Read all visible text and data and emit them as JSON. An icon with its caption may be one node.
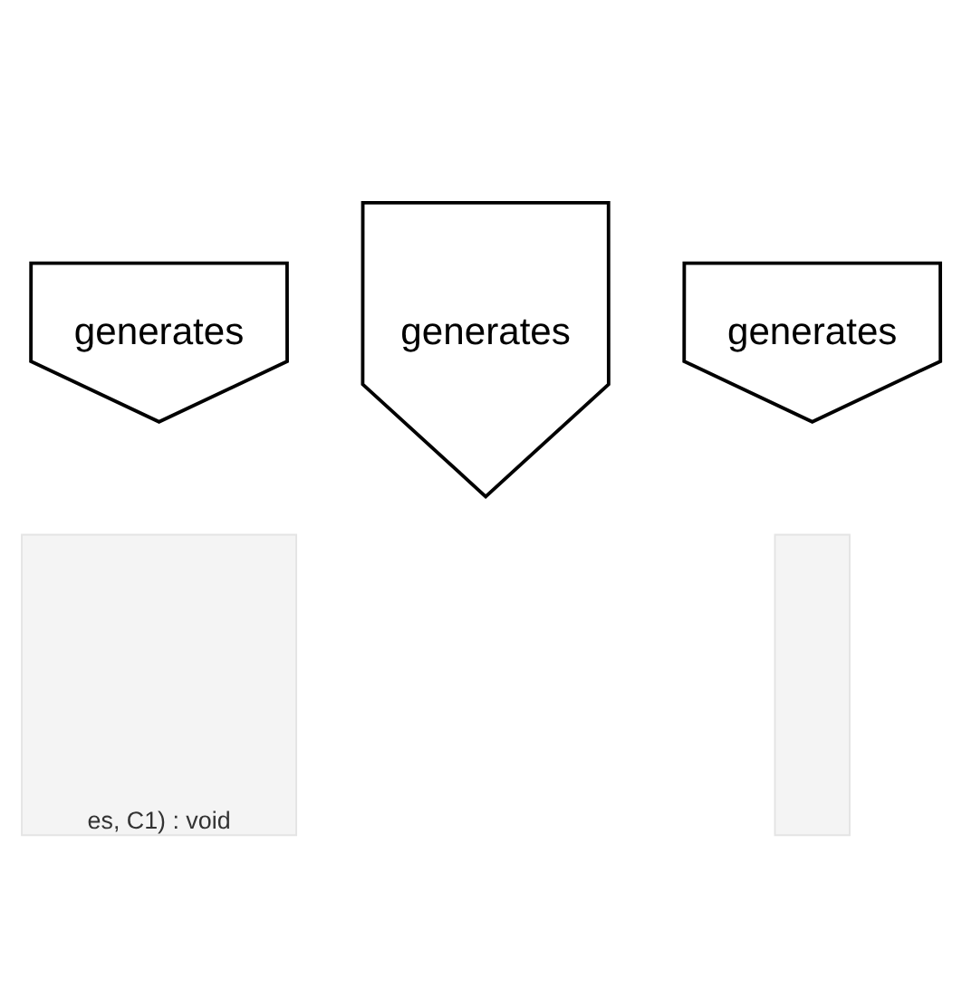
{
  "diagram": {
    "nodes": [
      {
        "text": [
          "generates"
        ]
      },
      {
        "text": [
          "generates"
        ]
      },
      {
        "text": [
          "generates"
        ]
      },
      {
        "text": [
          "es, C1) : void"
        ]
      },
      {
        "text": [],
        "shape": "box"
      }
    ]
  }
}
